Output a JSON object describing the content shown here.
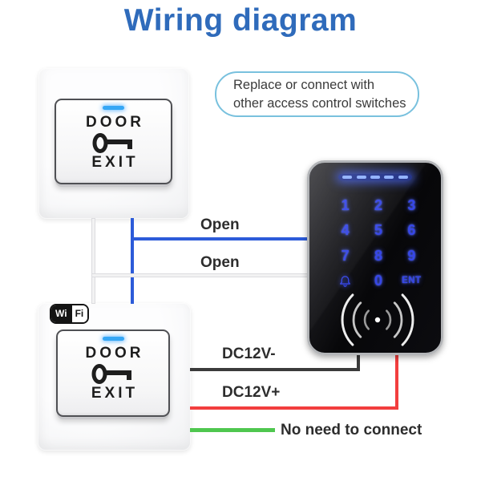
{
  "title": "Wiring diagram",
  "callout": {
    "line1": "Replace or connect with",
    "line2": "other access control switches"
  },
  "exit_button_top": {
    "door": "DOOR",
    "exit": "EXIT"
  },
  "exit_button_bottom": {
    "door": "DOOR",
    "exit": "EXIT"
  },
  "wifi_badge": {
    "wi": "Wi",
    "fi": "Fi"
  },
  "keypad": {
    "digits": [
      "1",
      "2",
      "3",
      "4",
      "5",
      "6",
      "7",
      "8",
      "9"
    ],
    "zero": "0",
    "enter": "ENT",
    "icons": [
      "led-status-bar",
      "doorbell-icon",
      "rfid-reader-arcs"
    ]
  },
  "labels": {
    "open_top": "Open",
    "open_bottom": "Open",
    "dc_minus": "DC12V-",
    "dc_plus": "DC12V+",
    "no_connect": "No need to connect"
  },
  "colors": {
    "title_blue": "#2f6bbb",
    "callout_border": "#79c1de",
    "wire_blue": "#2c5bd9",
    "wire_gray": "#f2f2f3",
    "wire_black": "#3b3b3b",
    "wire_red": "#f23e3e",
    "wire_green": "#4fc74f",
    "keypad_glow_blue": "#3646e8",
    "button_led_blue": "#35a7f5"
  }
}
